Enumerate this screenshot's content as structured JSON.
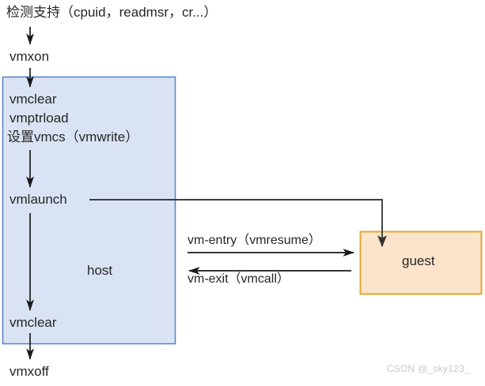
{
  "diagram": {
    "title": "检测支持（cpuid，readmsr，cr...）",
    "watermark": "CSDN @_sky123_",
    "colors": {
      "host_box_fill": "#dae3f3",
      "host_box_border": "#5b87c7",
      "guest_box_fill": "#fce4cb",
      "guest_box_border": "#e0a72d",
      "arrow": "#333333",
      "text": "#262626",
      "watermark": "#c8c8c8",
      "background": "#ffffff"
    },
    "host_flow": {
      "box_label": "host",
      "steps": [
        {
          "label": "vmxon"
        },
        {
          "label": "vmclear"
        },
        {
          "label": "vmptrload"
        },
        {
          "label": "设置vmcs（vmwrite）"
        },
        {
          "label": "vmlaunch"
        },
        {
          "label": "vmclear"
        },
        {
          "label": "vmxoff"
        }
      ]
    },
    "guest_box": {
      "label": "guest"
    },
    "transitions": [
      {
        "label": "vm-entry（vmresume）",
        "direction": "right"
      },
      {
        "label": "vm-exit（vmcall）",
        "direction": "left"
      }
    ]
  }
}
